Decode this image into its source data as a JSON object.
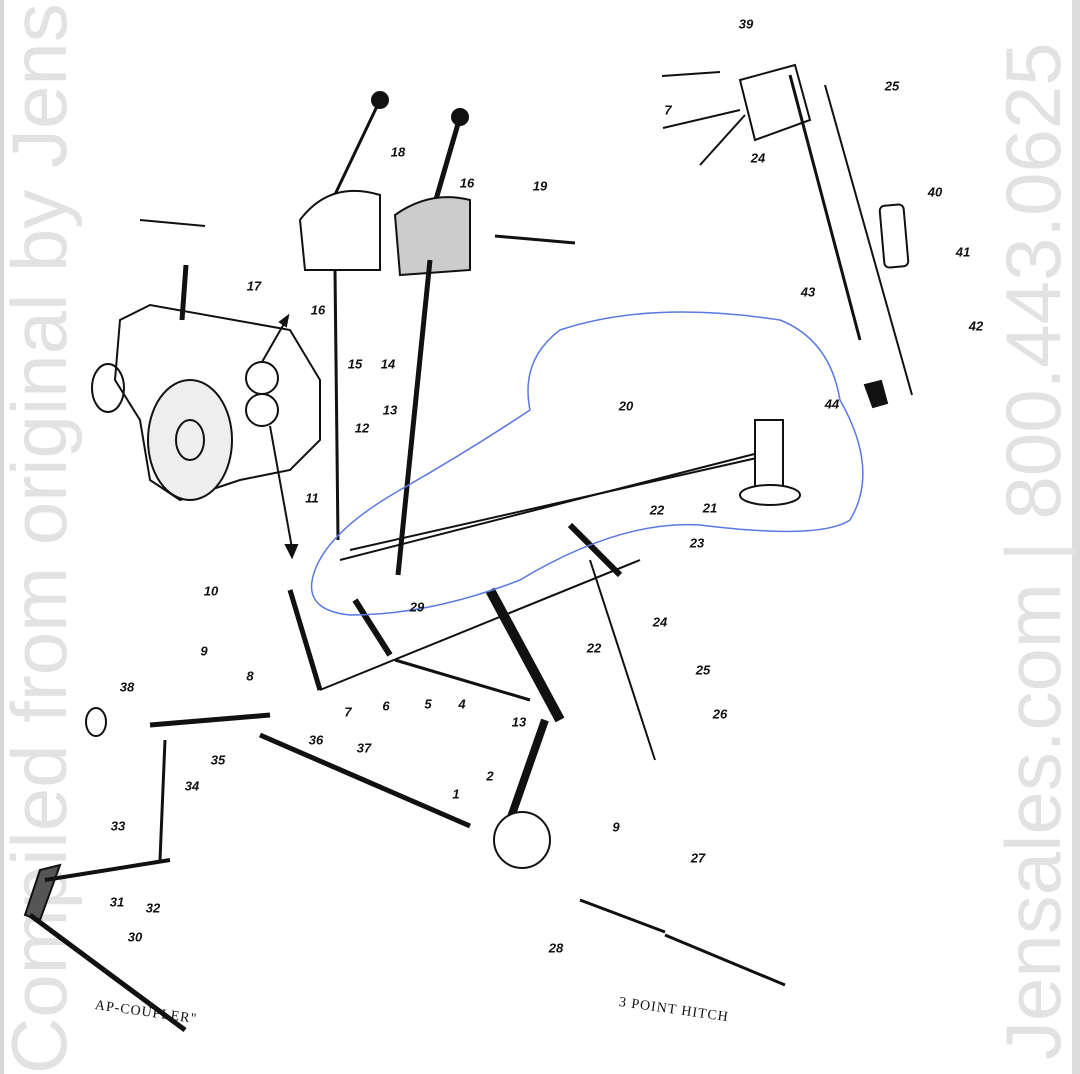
{
  "watermark_left": "Compiled from original by Jensales",
  "watermark_right": "Jensales.com | 800.443.0625",
  "captions": {
    "left": "AP-COUPLER\"",
    "right": "3 POINT HITCH"
  },
  "annotation_color": "#5a78e0",
  "labels": [
    "39",
    "25",
    "7",
    "24",
    "18",
    "16",
    "19",
    "40",
    "41",
    "17",
    "16",
    "43",
    "42",
    "15",
    "14",
    "13",
    "12",
    "20",
    "44",
    "11",
    "22",
    "21",
    "23",
    "10",
    "29",
    "24",
    "9",
    "8",
    "22",
    "25",
    "7",
    "6",
    "5",
    "4",
    "26",
    "38",
    "36",
    "37",
    "13",
    "35",
    "34",
    "2",
    "1",
    "33",
    "9",
    "27",
    "31",
    "32",
    "30",
    "28"
  ]
}
